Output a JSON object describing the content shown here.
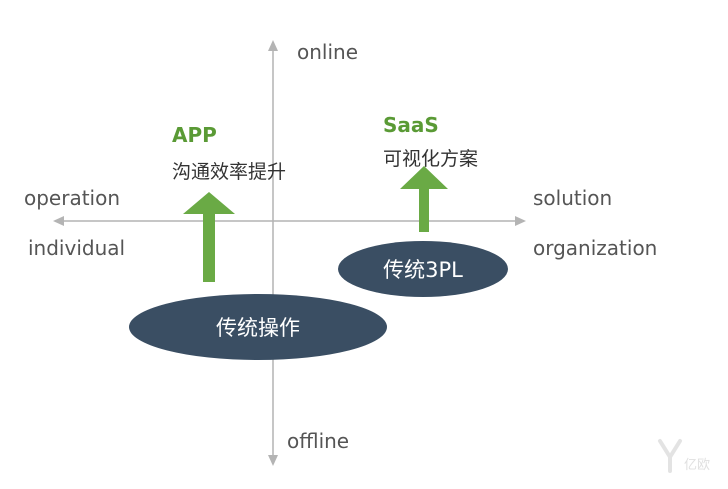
{
  "axes": {
    "top": "online",
    "bottom": "offline",
    "left_top": "operation",
    "left_bottom": "individual",
    "right_top": "solution",
    "right_bottom": "organization"
  },
  "groups": {
    "app": {
      "title": "APP",
      "subtitle": "沟通效率提升"
    },
    "saas": {
      "title": "SaaS",
      "subtitle": "可视化方案"
    }
  },
  "pills": {
    "traditional_ops": "传统操作",
    "traditional_3pl": "传统3PL"
  },
  "watermark": "亿欧",
  "colors": {
    "axis": "#b4b4b4",
    "arrow_green": "#6aaa45",
    "title_green": "#5a9a35",
    "pill": "#3a4e63",
    "pill_text": "#ffffff"
  }
}
